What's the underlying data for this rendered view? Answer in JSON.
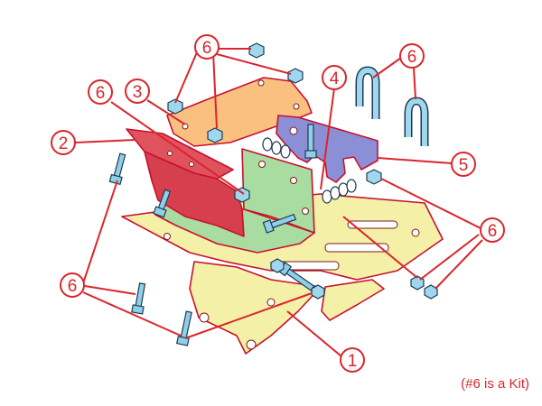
{
  "callouts": {
    "c1": "1",
    "c2": "2",
    "c3": "3",
    "c4": "4",
    "c5": "5",
    "c6a": "6",
    "c6b": "6",
    "c6c": "6",
    "c6d": "6",
    "c6e": "6"
  },
  "note": "(#6 is a Kit)",
  "colors": {
    "part1_base_plate": "#f4f0a8",
    "part2_red_plate": "#e0525e",
    "part3_orange_plate": "#f9c080",
    "part4_green_bracket": "#a9dca0",
    "part5_purple_clamp": "#8b8fd6",
    "hardware": "#8fcfe8",
    "callout_red": "#d9262c"
  }
}
